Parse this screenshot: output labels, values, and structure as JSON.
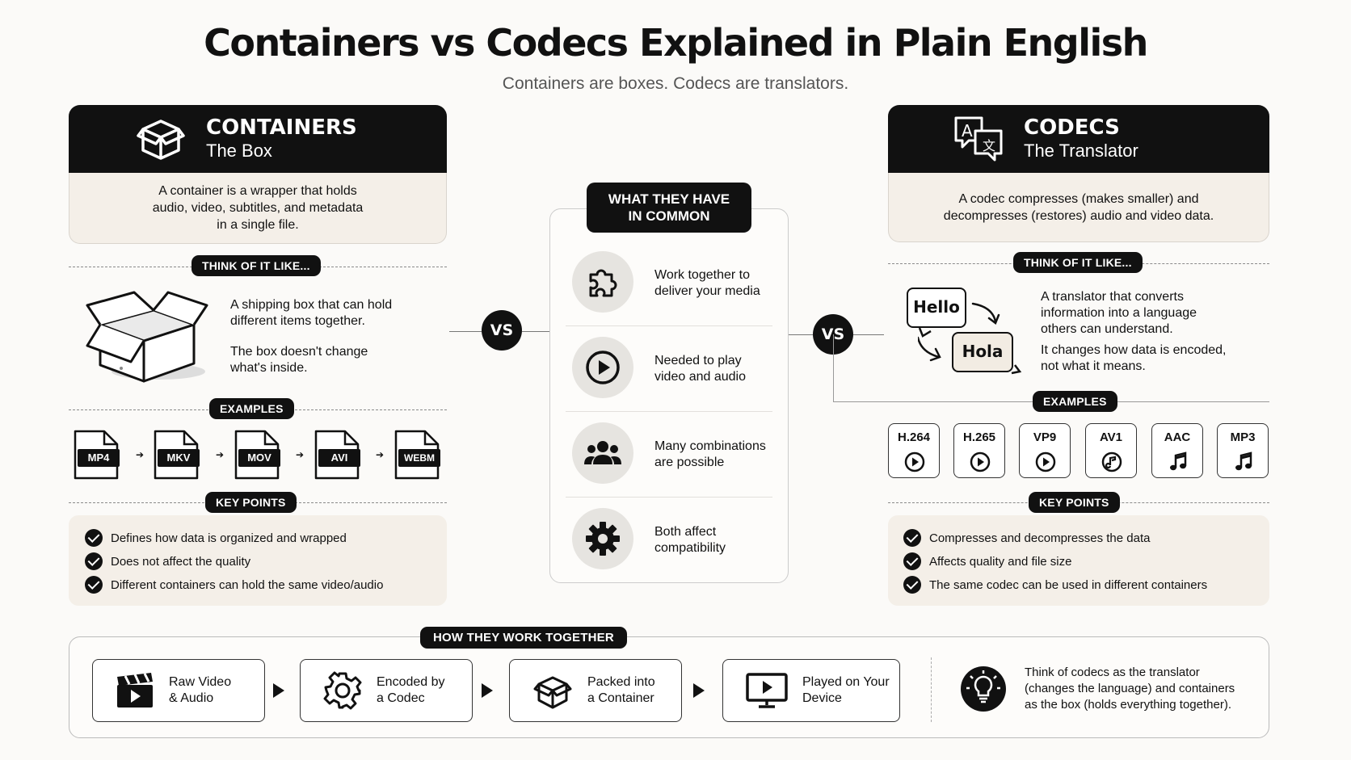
{
  "title": "Containers vs Codecs Explained in Plain English",
  "subtitle": "Containers are boxes. Codecs are translators.",
  "containers": {
    "title": "CONTAINERS",
    "subtitle": "The Box",
    "description": [
      "A container is a wrapper that holds",
      "audio, video, subtitles, and metadata",
      "in a single file."
    ],
    "think_label": "THINK OF IT LIKE...",
    "think_text_1": [
      "A shipping box that can hold",
      "different items together."
    ],
    "think_text_2": [
      "The box doesn't change",
      "what's inside."
    ],
    "examples_label": "EXAMPLES",
    "examples": [
      "MP4",
      "MKV",
      "MOV",
      "AVI",
      "WEBM"
    ],
    "key_points_label": "KEY POINTS",
    "key_points": [
      "Defines how data is organized and wrapped",
      "Does not affect the quality",
      "Different containers can hold the same video/audio"
    ]
  },
  "vs_label": "VS",
  "common": {
    "title": [
      "WHAT THEY HAVE",
      "IN COMMON"
    ],
    "items": [
      {
        "icon": "puzzle-icon",
        "text": [
          "Work together to",
          "deliver your media"
        ]
      },
      {
        "icon": "play-icon",
        "text": [
          "Needed to play",
          "video and audio"
        ]
      },
      {
        "icon": "people-icon",
        "text": [
          "Many combinations",
          "are possible"
        ]
      },
      {
        "icon": "gear-icon",
        "text": [
          "Both affect",
          "compatibility"
        ]
      }
    ]
  },
  "codecs": {
    "title": "CODECS",
    "subtitle": "The Translator",
    "description": [
      "A codec compresses (makes smaller) and",
      "decompresses (restores) audio and video data."
    ],
    "think_label": "THINK OF IT LIKE...",
    "bubble_1": "Hello",
    "bubble_2": "Hola",
    "think_text_1": [
      "A translator that converts",
      "information into a language",
      "others can understand."
    ],
    "think_text_2": [
      "It changes how data is encoded,",
      "not what it means."
    ],
    "examples_label": "EXAMPLES",
    "examples": [
      {
        "label": "H.264",
        "icon": "play-icon"
      },
      {
        "label": "H.265",
        "icon": "play-icon"
      },
      {
        "label": "VP9",
        "icon": "play-icon"
      },
      {
        "label": "AV1",
        "icon": "music-disc-icon"
      },
      {
        "label": "AAC",
        "icon": "music-note-icon"
      },
      {
        "label": "MP3",
        "icon": "music-note-icon"
      }
    ],
    "key_points_label": "KEY POINTS",
    "key_points": [
      "Compresses and decompresses the data",
      "Affects quality and file size",
      "The same codec can be used in different containers"
    ]
  },
  "together": {
    "label": "HOW THEY WORK TOGETHER",
    "steps": [
      {
        "icon": "clapperboard-icon",
        "text": [
          "Raw Video",
          "& Audio"
        ]
      },
      {
        "icon": "gear-icon",
        "text": [
          "Encoded by",
          "a Codec"
        ]
      },
      {
        "icon": "box-icon",
        "text": [
          "Packed into",
          "a Container"
        ]
      },
      {
        "icon": "monitor-play-icon",
        "text": [
          "Played on Your",
          "Device"
        ]
      }
    ],
    "tip": [
      "Think of codecs as the translator",
      "(changes the language) and containers",
      "as the box (holds everything together)."
    ]
  }
}
